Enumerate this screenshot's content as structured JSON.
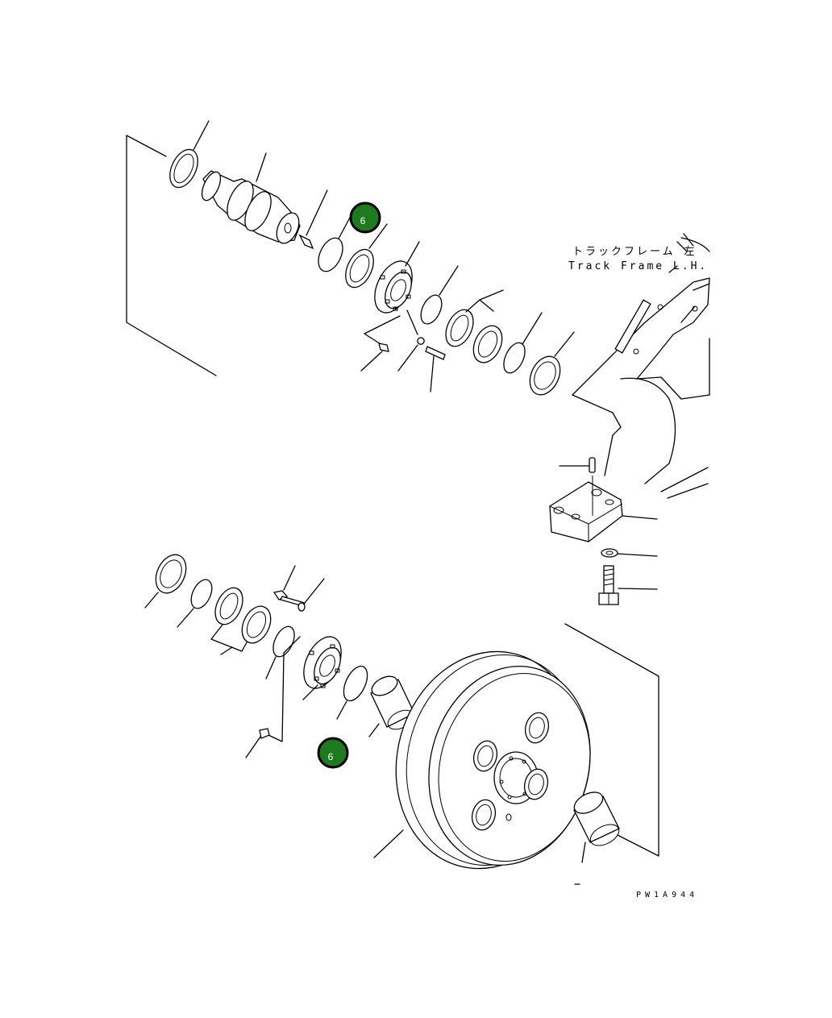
{
  "callouts": [
    {
      "label": "6",
      "fill": "#1e7a1e"
    },
    {
      "label": "6",
      "fill": "#1e7a1e"
    }
  ],
  "frame_label": {
    "jp": "トラックフレーム 左",
    "en": "Track Frame L.H."
  },
  "drawing_code": "PW1A944"
}
